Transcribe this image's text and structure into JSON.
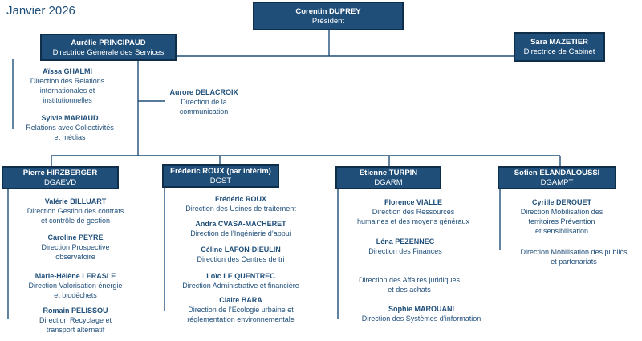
{
  "date": "Janvier 2026",
  "president": {
    "name": "Corentin DUPREY",
    "role": "Président"
  },
  "dgs": {
    "name": "Aurélie PRINCIPAUD",
    "role": "Directrice Générale des Services"
  },
  "cabinet": {
    "name": "Sara MAZETIER",
    "role": "Directrice de Cabinet"
  },
  "dgs_staff": [
    {
      "name": "Aïssa GHALMI",
      "role": [
        "Direction des Relations",
        "internationales et",
        "institutionnelles"
      ]
    },
    {
      "name": "Sylvie MARIAUD",
      "role": [
        "Relations avec Collectivités",
        "et médias"
      ]
    }
  ],
  "communication": {
    "name": "Aurore DELACROIX",
    "role": [
      "Direction de la",
      "communication"
    ]
  },
  "branches": [
    {
      "name": "Pierre HIRZBERGER",
      "code": "DGAEVD",
      "items": [
        {
          "name": "Valérie BILLUART",
          "role": [
            "Direction Gestion des contrats",
            "et contrôle de gestion"
          ]
        },
        {
          "name": "Caroline PEYRE",
          "role": [
            "Direction Prospective",
            "observatoire"
          ]
        },
        {
          "name": "Marie-Hélène LERASLE",
          "role": [
            "Direction Valorisation énergie",
            "et biodéchets"
          ]
        },
        {
          "name": "Romain PELISSOU",
          "role": [
            "Direction Recyclage et",
            "transport alternatif"
          ]
        }
      ]
    },
    {
      "name": "Frédéric ROUX (par intérim)",
      "code": "DGST",
      "items": [
        {
          "name": "Frédéric ROUX",
          "role": [
            "Direction des Usines de traitement"
          ]
        },
        {
          "name": "Andra CVASA-MACHERET",
          "role": [
            "Direction de l’Ingénierie d’appui"
          ]
        },
        {
          "name": "Céline LAFON-DIEULIN",
          "role": [
            "Direction des Centres de tri"
          ]
        },
        {
          "name": "Loïc LE QUENTREC",
          "role": [
            "Direction Administrative et financière"
          ]
        },
        {
          "name": "Claire BARA",
          "role": [
            "Direction de l’Ecologie urbaine et",
            "réglementation environnementale"
          ]
        }
      ]
    },
    {
      "name": "Etienne TURPIN",
      "code": "DGARM",
      "items": [
        {
          "name": "Florence VIALLE",
          "role": [
            "Direction des Ressources",
            "humaines et des moyens généraux"
          ]
        },
        {
          "name": "Léna PEZENNEC",
          "role": [
            "Direction des Finances"
          ]
        },
        {
          "name": "",
          "role": [
            "Direction des Affaires juridiques",
            "et des achats"
          ]
        },
        {
          "name": "Sophie MAROUANI",
          "role": [
            "Direction des Systèmes d’information"
          ]
        }
      ]
    },
    {
      "name": "Sofien ELANDALOUSSI",
      "code": "DGAMPT",
      "items": [
        {
          "name": "Cyrille DEROUET",
          "role": [
            "Direction Mobilisation des",
            "territoires Prévention",
            "et sensibilisation"
          ]
        },
        {
          "name": "",
          "role": [
            "Direction Mobilisation des publics",
            "et partenariats"
          ]
        }
      ]
    }
  ]
}
